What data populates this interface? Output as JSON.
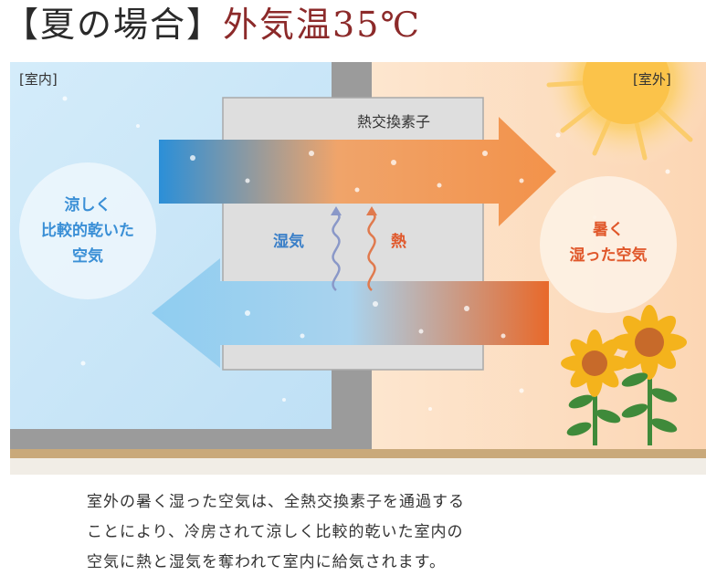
{
  "title": {
    "main": "【夏の場合】",
    "temp": "外気温35℃"
  },
  "labels": {
    "indoor": "[室内]",
    "outdoor": "[室外]",
    "exchanger": "熱交換素子",
    "humidity": "湿気",
    "heat": "熱"
  },
  "indoor_circle": [
    "涼しく",
    "比較的乾いた",
    "空気"
  ],
  "outdoor_circle": [
    "暑く",
    "湿った空気"
  ],
  "caption": [
    "室外の暑く湿った空気は、全熱交換素子を通過する",
    "ことにより、冷房されて涼しく比較的乾いた室内の",
    "空気に熱と湿気を奪われて室内に給気されます。"
  ],
  "colors": {
    "title_accent": "#8c2a2a",
    "indoor_blue": "#2b8fd8",
    "outdoor_orange": "#e8692a",
    "heat_text": "#e0572a",
    "humidity_text": "#3a7fc8"
  },
  "icons": [
    "sun-icon",
    "sunflower-icon",
    "humidity-wave-icon",
    "heat-wave-icon"
  ]
}
